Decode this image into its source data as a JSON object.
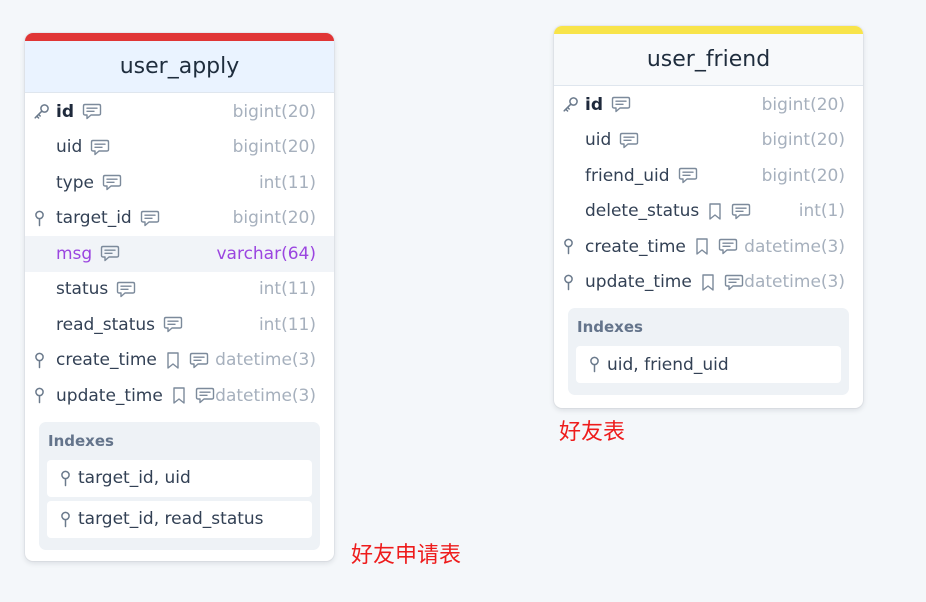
{
  "colors": {
    "user_apply_bar": "#e03535",
    "user_apply_header_bg": "#eaf3ff",
    "user_friend_bar": "#f8e44a",
    "user_friend_header_bg": "#f7f9fb",
    "highlight_text": "#9b45e0",
    "caption": "#ee1c1c"
  },
  "tables": {
    "user_apply": {
      "name": "user_apply",
      "caption": "好友申请表",
      "fields": [
        {
          "name": "id",
          "type": "bigint(20)",
          "lead": "key-icon",
          "icons": [
            "comment-icon"
          ]
        },
        {
          "name": "uid",
          "type": "bigint(20)",
          "lead": "",
          "icons": [
            "comment-icon"
          ]
        },
        {
          "name": "type",
          "type": "int(11)",
          "lead": "",
          "icons": [
            "comment-icon"
          ]
        },
        {
          "name": "target_id",
          "type": "bigint(20)",
          "lead": "index-icon",
          "icons": [
            "comment-icon"
          ]
        },
        {
          "name": "msg",
          "type": "varchar(64)",
          "lead": "",
          "icons": [
            "comment-icon"
          ],
          "highlight": true
        },
        {
          "name": "status",
          "type": "int(11)",
          "lead": "",
          "icons": [
            "comment-icon"
          ]
        },
        {
          "name": "read_status",
          "type": "int(11)",
          "lead": "",
          "icons": [
            "comment-icon"
          ]
        },
        {
          "name": "create_time",
          "type": "datetime(3)",
          "lead": "index-icon",
          "icons": [
            "bookmark-icon",
            "comment-icon"
          ]
        },
        {
          "name": "update_time",
          "type": "datetime(3)",
          "lead": "index-icon",
          "icons": [
            "bookmark-icon",
            "comment-icon"
          ]
        }
      ],
      "indexes_title": "Indexes",
      "indexes": [
        "target_id, uid",
        "target_id, read_status"
      ]
    },
    "user_friend": {
      "name": "user_friend",
      "caption": "好友表",
      "fields": [
        {
          "name": "id",
          "type": "bigint(20)",
          "lead": "key-icon",
          "icons": [
            "comment-icon"
          ]
        },
        {
          "name": "uid",
          "type": "bigint(20)",
          "lead": "",
          "icons": [
            "comment-icon"
          ]
        },
        {
          "name": "friend_uid",
          "type": "bigint(20)",
          "lead": "",
          "icons": [
            "comment-icon"
          ]
        },
        {
          "name": "delete_status",
          "type": "int(1)",
          "lead": "",
          "icons": [
            "bookmark-icon",
            "comment-icon"
          ]
        },
        {
          "name": "create_time",
          "type": "datetime(3)",
          "lead": "index-icon",
          "icons": [
            "bookmark-icon",
            "comment-icon"
          ]
        },
        {
          "name": "update_time",
          "type": "datetime(3)",
          "lead": "index-icon",
          "icons": [
            "bookmark-icon",
            "comment-icon"
          ]
        }
      ],
      "indexes_title": "Indexes",
      "indexes": [
        "uid, friend_uid"
      ]
    }
  }
}
